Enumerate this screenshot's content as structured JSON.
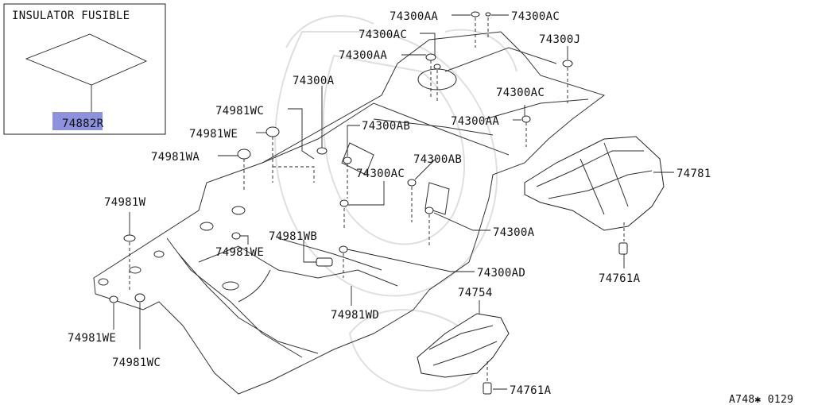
{
  "inset": {
    "title": "INSULATOR FUSIBLE",
    "part_number": "74882R",
    "highlight_color": "#7f86d9"
  },
  "callouts": {
    "c_74300AA_top": "74300AA",
    "c_74300AC_topright": "74300AC",
    "c_74300AC_left": "74300AC",
    "c_74300J": "74300J",
    "c_74300AA_left": "74300AA",
    "c_74300A_center": "74300A",
    "c_74300AC_mid": "74300AC",
    "c_74981WC_top": "74981WC",
    "c_74300AA_right": "74300AA",
    "c_74300AB_1": "74300AB",
    "c_74981WE_top": "74981WE",
    "c_74981WA": "74981WA",
    "c_74300AB_2": "74300AB",
    "c_74300AC_3": "74300AC",
    "c_74781": "74781",
    "c_74981W": "74981W",
    "c_74300A_right": "74300A",
    "c_74981WB": "74981WB",
    "c_74981WE_mid": "74981WE",
    "c_74761A_1": "74761A",
    "c_74300AD": "74300AD",
    "c_74754": "74754",
    "c_74981WD": "74981WD",
    "c_74981WE_bottom": "74981WE",
    "c_74981WC_bottom": "74981WC",
    "c_74761A_2": "74761A"
  },
  "diagram_code": "A748✱ 0129"
}
